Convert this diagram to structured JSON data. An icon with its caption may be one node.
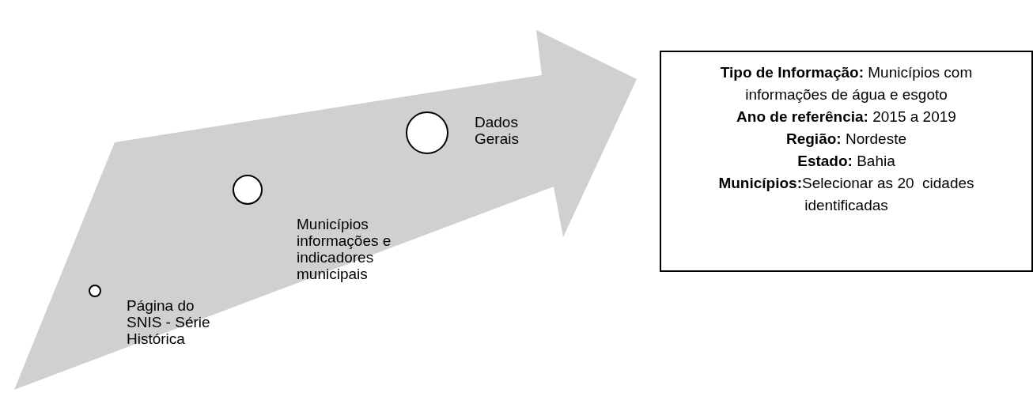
{
  "diagram": {
    "nodes": [
      {
        "text": [],
        "shape": "arrow"
      },
      {
        "text": [],
        "shape": "circle",
        "in": 0,
        "beside": [
          "Página do SNIS - Série Histórica"
        ]
      },
      {
        "text": [],
        "shape": "circle",
        "in": 0,
        "beside": [
          "Municípios informações e indicadores municipais"
        ]
      },
      {
        "text": [],
        "shape": "circle",
        "in": 0,
        "beside": [
          "Dados Gerais"
        ]
      },
      {
        "text": [
          "**Tipo de Informação:** Municípios com informações de água e esgoto",
          "**Ano de referência:** 2015 a 2019",
          "**Região:** Nordeste",
          "**Estado:** Bahia",
          "**Municípios:**Selecionar as 20  cidades identificadas"
        ]
      }
    ]
  }
}
